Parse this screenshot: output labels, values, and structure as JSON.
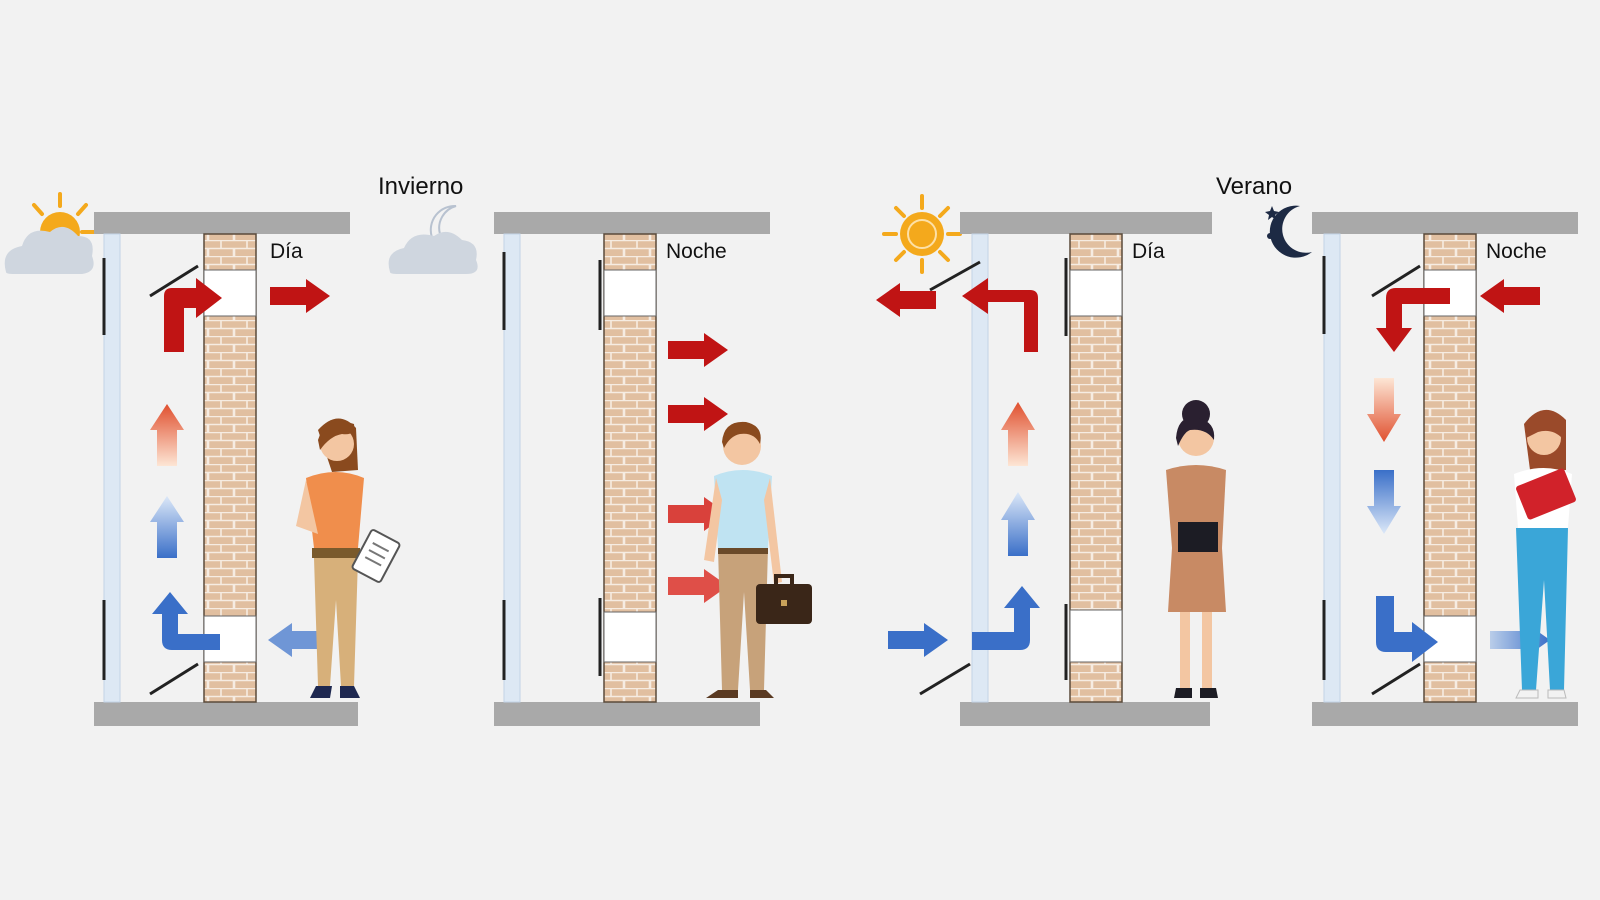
{
  "seasons": {
    "winter": "Invierno",
    "summer": "Verano"
  },
  "panels": {
    "winter_day": "Día",
    "winter_night": "Noche",
    "summer_day": "Día",
    "summer_night": "Noche"
  },
  "colors": {
    "background": "#f2f2f2",
    "slab": "#a9a9a9",
    "glass": "#dde8f4",
    "brick": "#d9b596",
    "warm_arrow": "#c01414",
    "cool_arrow": "#3a6fc8",
    "sun": "#f4a91c",
    "moon": "#1d2a44",
    "cloud": "#cfd6df"
  },
  "icons": {
    "winter_day": "sun-behind-cloud-icon",
    "winter_night": "moon-behind-cloud-icon",
    "summer_day": "sun-icon",
    "summer_night": "crescent-moon-stars-icon"
  }
}
